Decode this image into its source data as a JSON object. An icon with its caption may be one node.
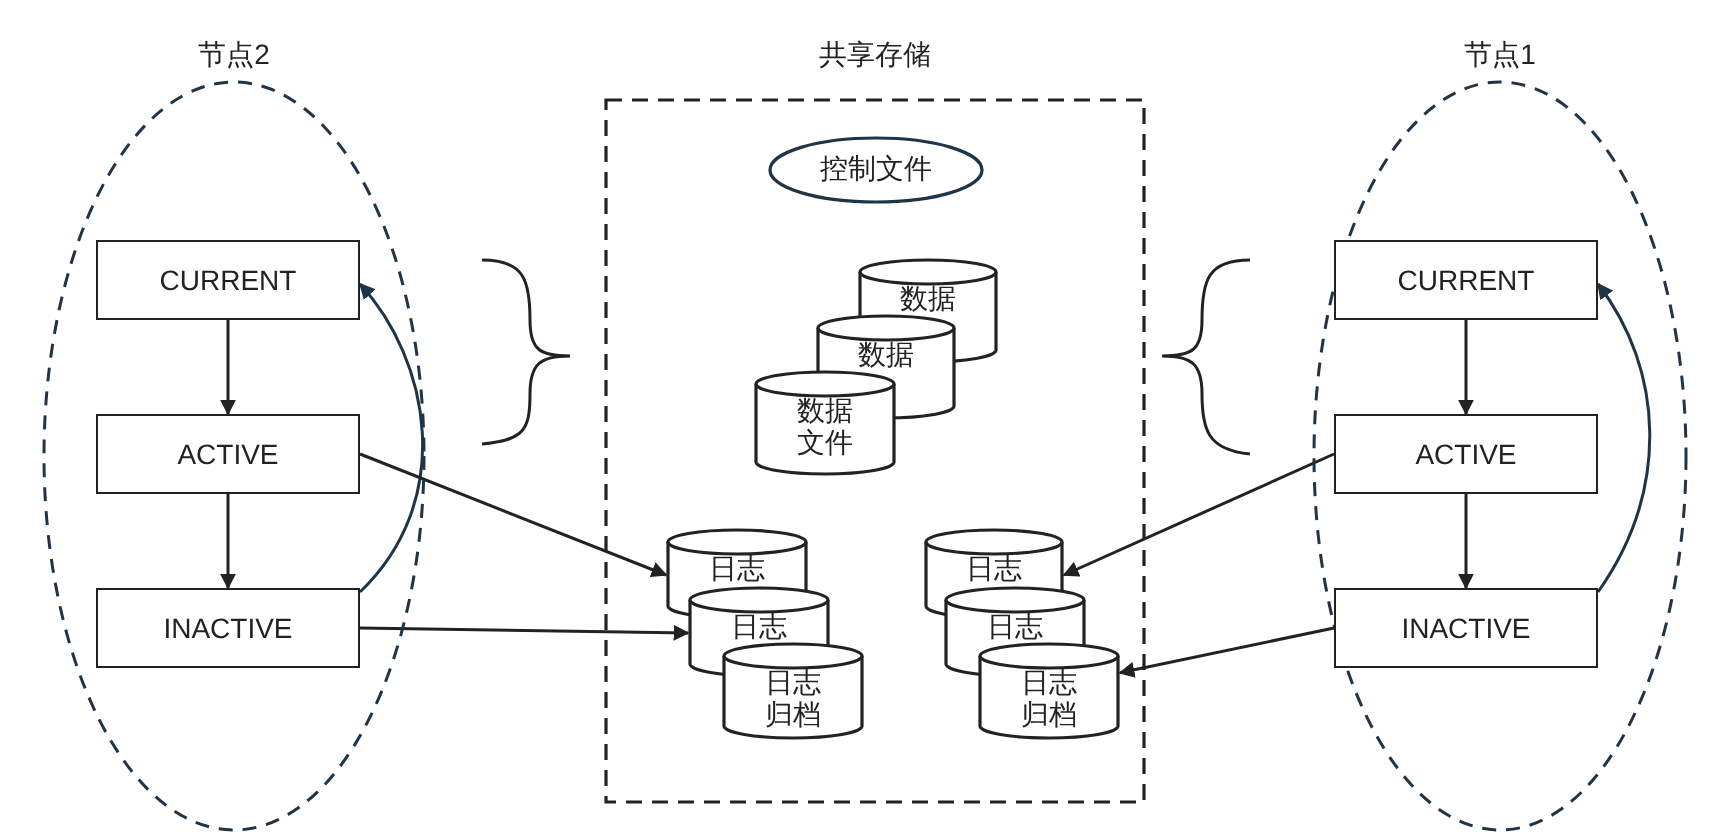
{
  "diagram": {
    "nodes": [
      {
        "text": [
          "节点2"
        ]
      },
      {
        "text": [
          "CURRENT"
        ],
        "in": 0
      },
      {
        "text": [
          "ACTIVE"
        ],
        "in": 0
      },
      {
        "text": [
          "INACTIVE"
        ],
        "in": 0
      },
      {
        "text": [
          "共享存储"
        ]
      },
      {
        "text": [
          "控制文件"
        ],
        "in": 4
      },
      {
        "text": [
          "数据"
        ],
        "in": 4
      },
      {
        "text": [
          "数据"
        ],
        "in": 4
      },
      {
        "text": [
          "数据文件"
        ],
        "in": 4
      },
      {
        "text": [
          "日志"
        ],
        "in": 4
      },
      {
        "text": [
          "日志"
        ],
        "in": 4
      },
      {
        "text": [
          "日志归档"
        ],
        "in": 4
      },
      {
        "text": [
          "日志"
        ],
        "in": 4
      },
      {
        "text": [
          "日志"
        ],
        "in": 4
      },
      {
        "text": [
          "日志归档"
        ],
        "in": 4
      },
      {
        "text": [
          "节点1"
        ]
      },
      {
        "text": [
          "CURRENT"
        ],
        "in": 15
      },
      {
        "text": [
          "ACTIVE"
        ],
        "in": 15
      },
      {
        "text": [
          "INACTIVE"
        ],
        "in": 15
      }
    ],
    "edges": [
      {
        "from": 1,
        "to": 2,
        "arrow": "to"
      },
      {
        "from": 2,
        "to": 3,
        "arrow": "to"
      },
      {
        "from": 3,
        "to": 1,
        "arrow": "to",
        "color": "#1f3447"
      },
      {
        "from": 2,
        "to": 9,
        "arrow": "to"
      },
      {
        "from": 3,
        "to": 10,
        "arrow": "to"
      },
      {
        "from": 16,
        "to": 17,
        "arrow": "to"
      },
      {
        "from": 17,
        "to": 18,
        "arrow": "to"
      },
      {
        "from": 18,
        "to": 16,
        "arrow": "to",
        "color": "#1f3447"
      },
      {
        "from": 17,
        "to": 12,
        "arrow": "to"
      },
      {
        "from": 18,
        "to": 14,
        "arrow": "to"
      }
    ]
  }
}
